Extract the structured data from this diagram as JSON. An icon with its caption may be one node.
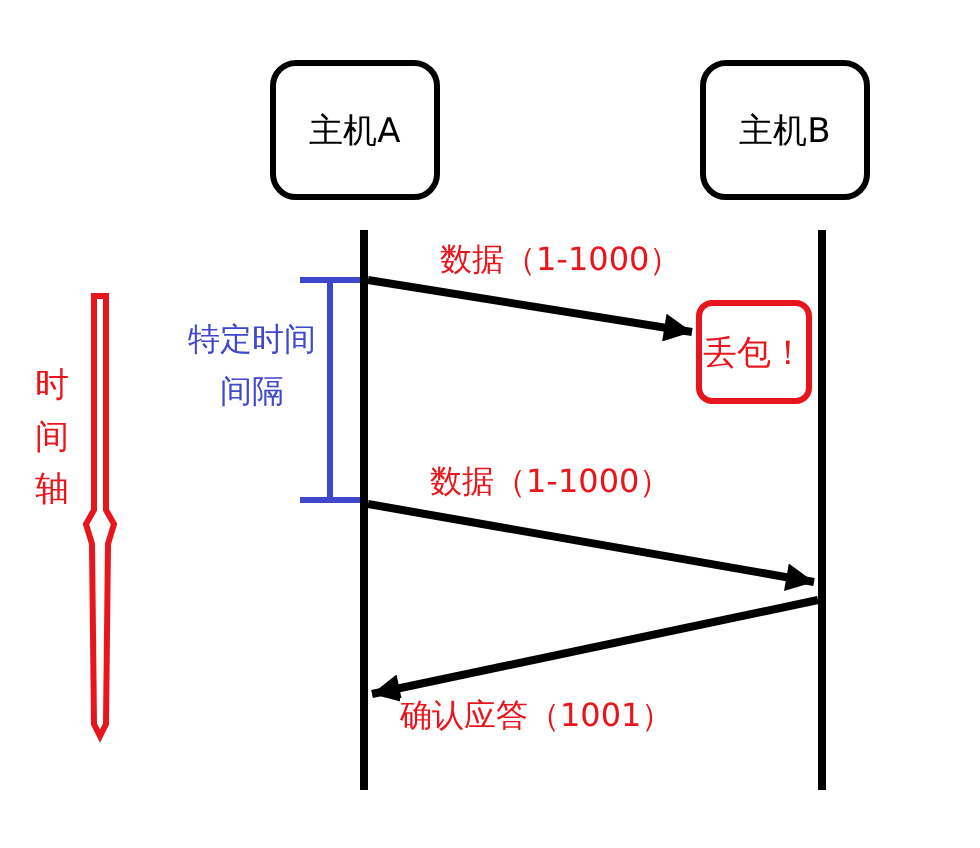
{
  "diagram": {
    "nodes": [
      {
        "text": [
          "主机A"
        ]
      },
      {
        "text": [
          "主机B"
        ]
      },
      {
        "text": [],
        "shape": "bar"
      },
      {
        "text": [],
        "shape": "bar"
      },
      {
        "text": [
          "丢包！"
        ]
      }
    ],
    "edges": [
      {
        "from": 2,
        "to": 4,
        "arrow": "to",
        "label": "数据（1-1000）"
      },
      {
        "from": 2,
        "to": 3,
        "arrow": "to",
        "label": "数据（1-1000）"
      },
      {
        "from": 3,
        "to": 2,
        "arrow": "to",
        "label": "确认应答（1001）"
      }
    ],
    "labels": [
      "特定时间间隔",
      "时间轴"
    ]
  }
}
